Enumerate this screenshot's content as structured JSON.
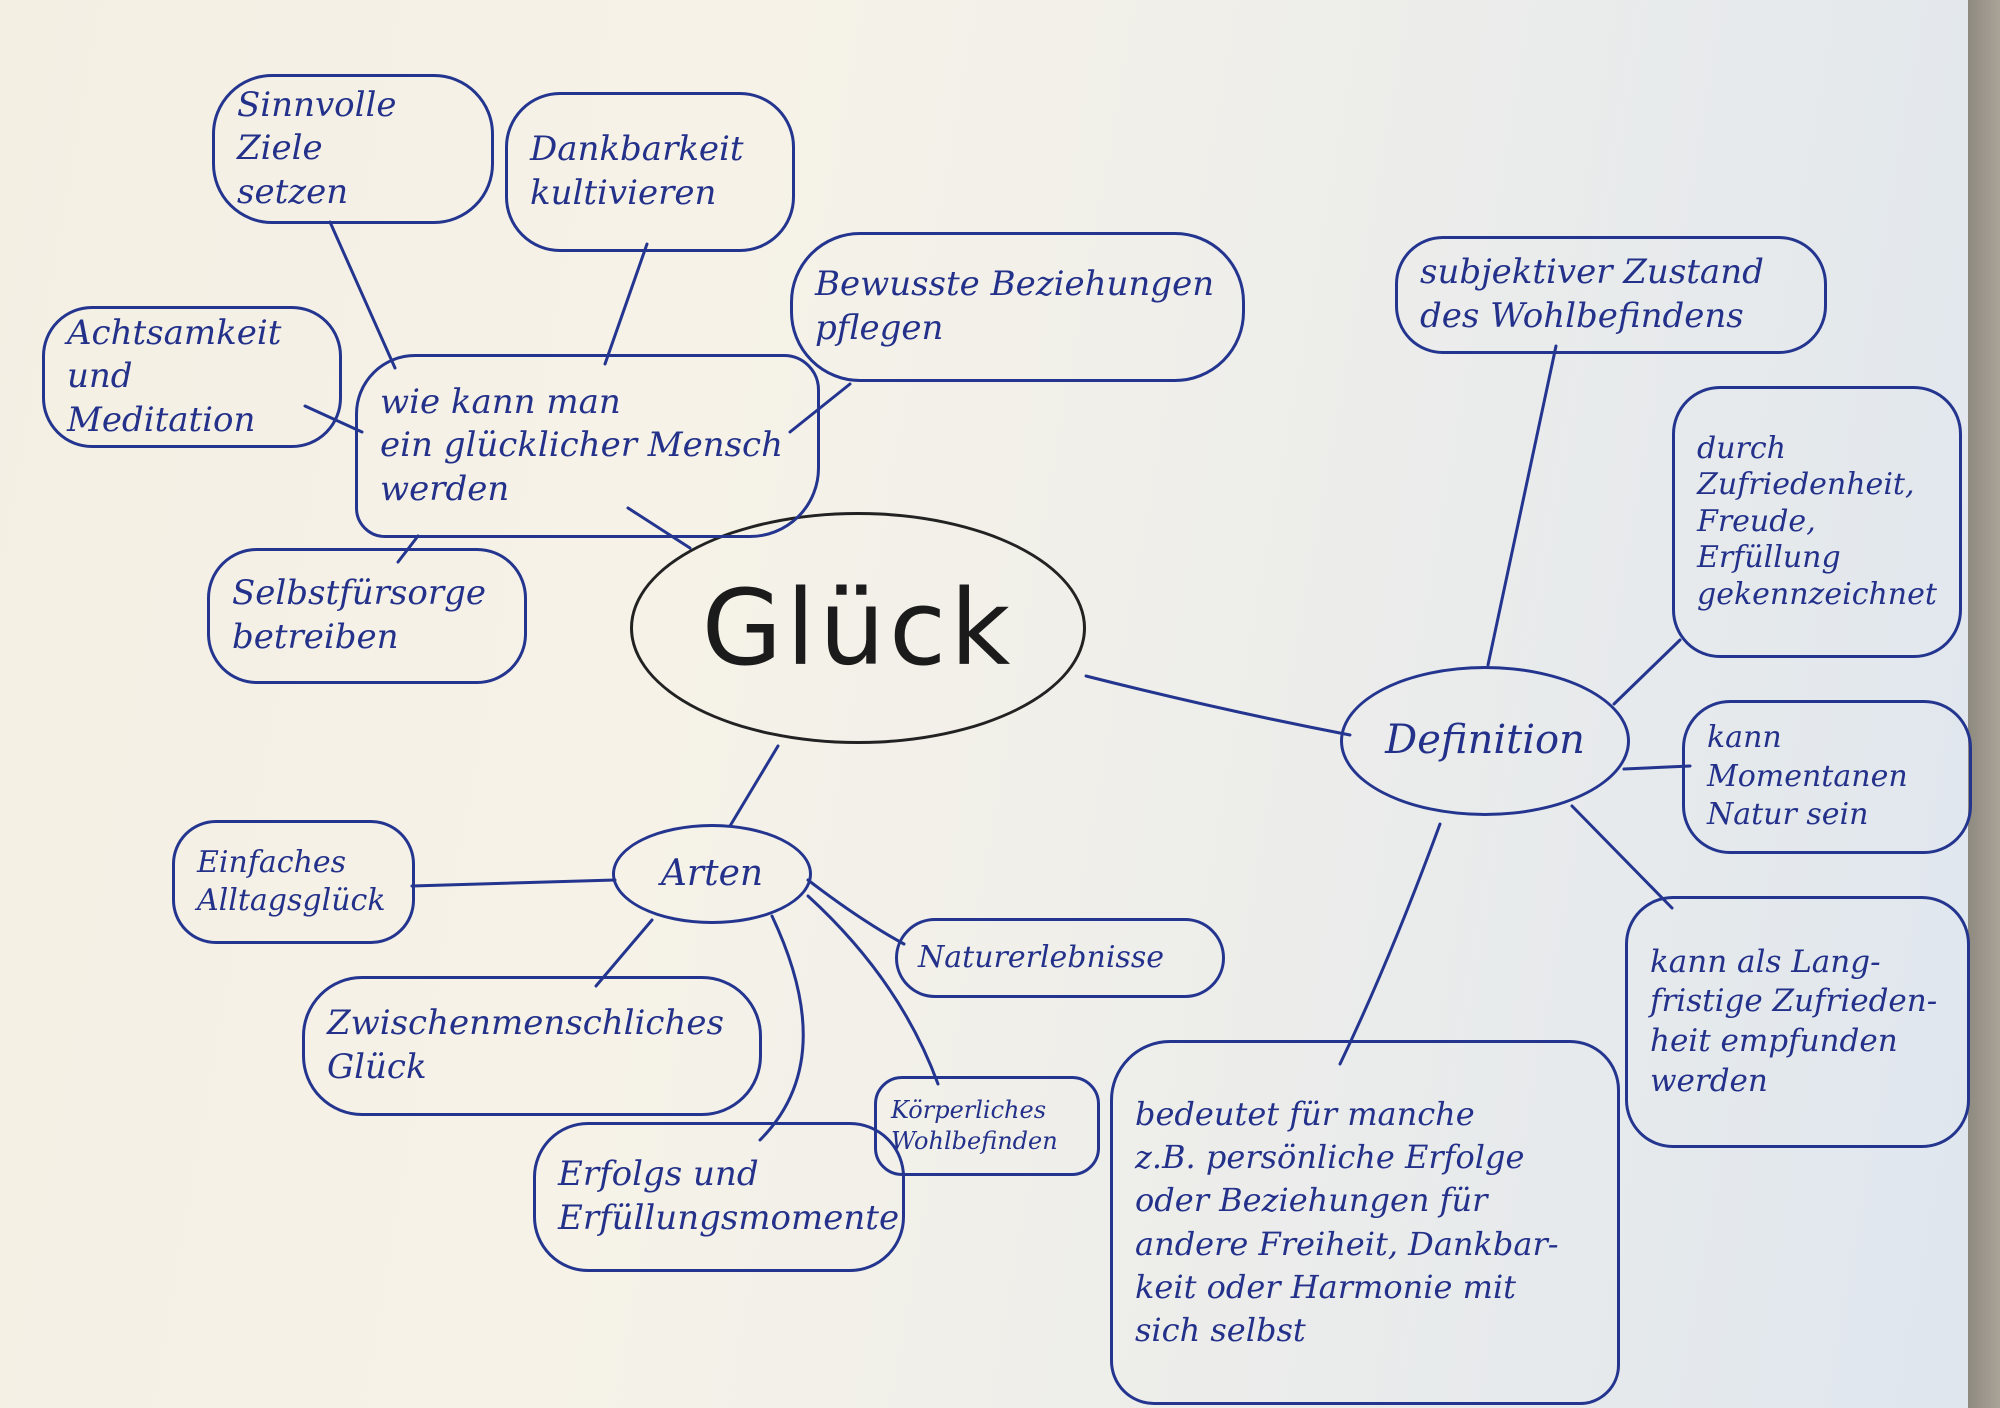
{
  "center": "Glück",
  "branches": {
    "howto": {
      "label": "wie kann man\nein glücklicher Mensch\nwerden",
      "children": [
        "Sinnvolle Ziele\nsetzen",
        "Dankbarkeit\nkultivieren",
        "Bewusste Beziehungen\npflegen",
        "Achtsamkeit und\nMeditation",
        "Selbstfürsorge\nbetreiben"
      ]
    },
    "definition": {
      "label": "Definition",
      "children": [
        "subjektiver Zustand\ndes Wohlbefindens",
        "durch\nZufriedenheit,\nFreude,\nErfüllung\ngekennzeichnet",
        "kann Momentanen\nNatur sein",
        "kann als Lang-\nfristige Zufrieden-\nheit empfunden\nwerden",
        "bedeutet für manche\nz.B. persönliche Erfolge\noder Beziehungen für\nandere Freiheit, Dankbar-\nkeit oder Harmonie mit\nsich selbst"
      ]
    },
    "arten": {
      "label": "Arten",
      "children": [
        "Einfaches\nAlltagsglück",
        "Naturerlebnisse",
        "Zwischenmenschliches\nGlück",
        "Körperliches\nWohlbefinden",
        "Erfolgs und\nErfüllungsmomente"
      ]
    }
  },
  "colors": {
    "ink": "#24358f",
    "pencil": "#1b1b1b",
    "paper": "#f3efe3"
  }
}
